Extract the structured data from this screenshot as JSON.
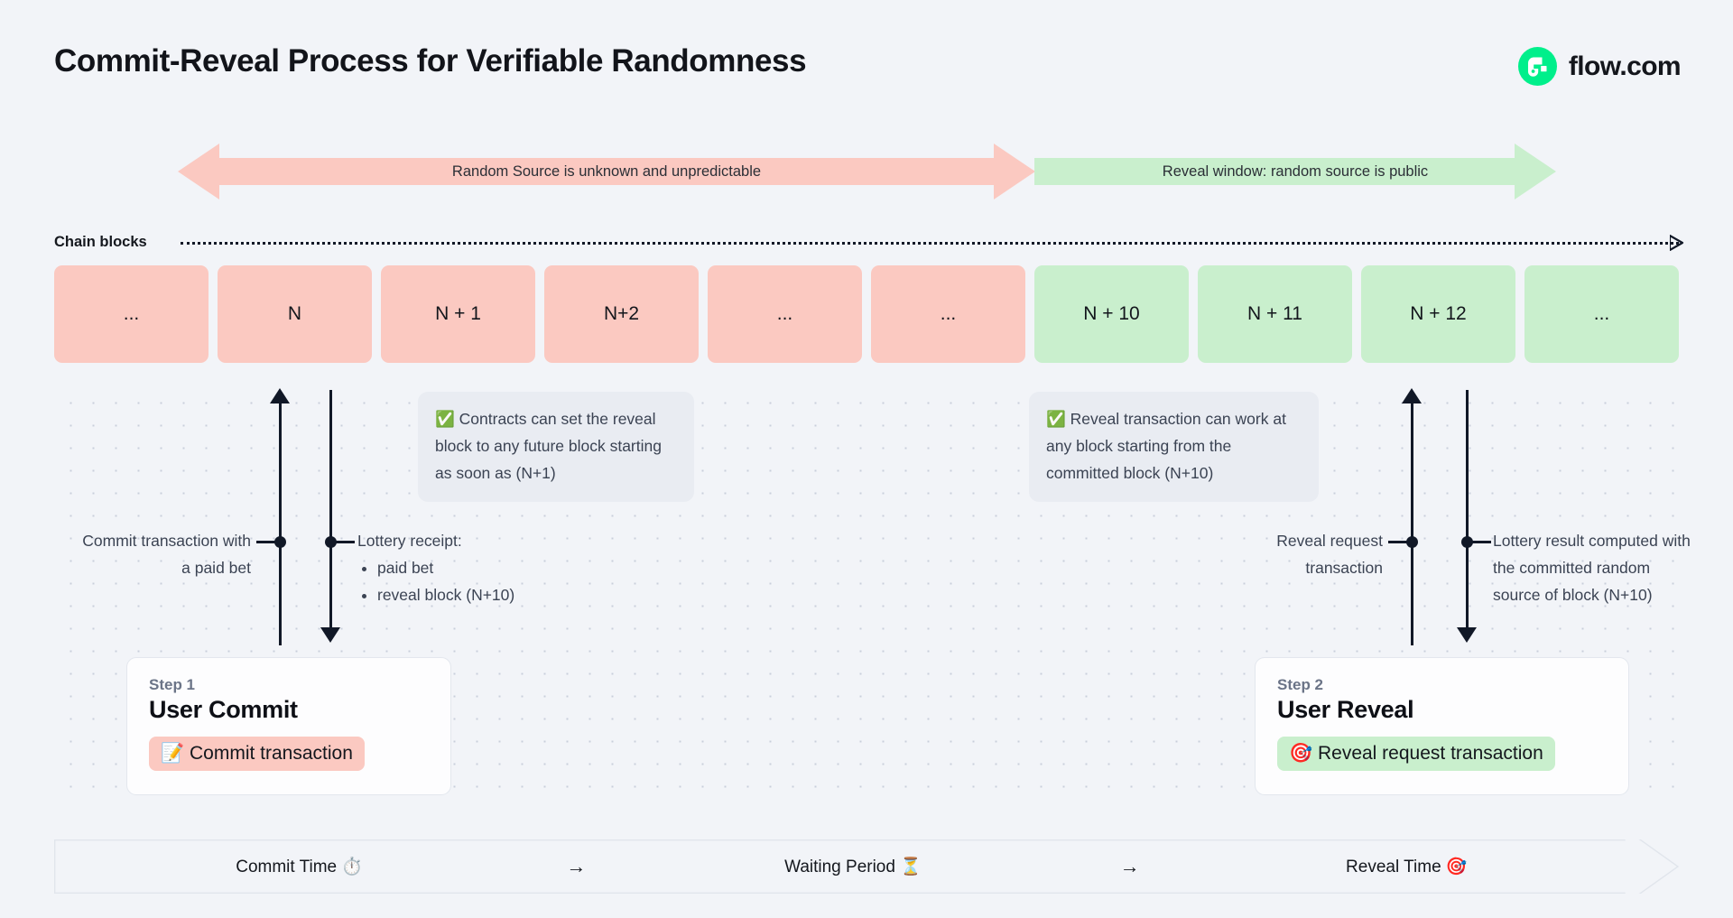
{
  "header": {
    "title": "Commit-Reveal Process for Verifiable Randomness",
    "brand_name": "flow.com",
    "brand_color": "#00ef8b"
  },
  "phases": [
    {
      "id": "unknown",
      "label": "Random Source is unknown and unpredictable",
      "color": "#fbc9c1"
    },
    {
      "id": "reveal",
      "label": "Reveal window: random source is public",
      "color": "#c9efcd"
    }
  ],
  "chain": {
    "label": "Chain blocks",
    "blocks": [
      {
        "label": "...",
        "state": "red"
      },
      {
        "label": "N",
        "state": "red"
      },
      {
        "label": "N + 1",
        "state": "red"
      },
      {
        "label": "N+2",
        "state": "red"
      },
      {
        "label": "...",
        "state": "red"
      },
      {
        "label": "...",
        "state": "red"
      },
      {
        "label": "N + 10",
        "state": "green"
      },
      {
        "label": "N + 11",
        "state": "green"
      },
      {
        "label": "N + 12",
        "state": "green"
      },
      {
        "label": "...",
        "state": "green"
      }
    ]
  },
  "notes": {
    "commit": "✅ Contracts can set the reveal block to any future block starting as soon as (N+1)",
    "reveal": "✅ Reveal transaction can work at any block starting from the committed block (N+10)"
  },
  "connectors": {
    "commit_tx": "Commit transaction with a paid bet",
    "receipt_title": "Lottery receipt:",
    "receipt_items": [
      "paid bet",
      "reveal block (N+10)"
    ],
    "reveal_request": "Reveal request transaction",
    "lottery_result": "Lottery result computed with the committed random source of block (N+10)"
  },
  "steps": [
    {
      "kicker": "Step 1",
      "title": "User Commit",
      "chip": "📝 Commit transaction",
      "chip_state": "red"
    },
    {
      "kicker": "Step 2",
      "title": "User Reveal",
      "chip": "🎯 Reveal request transaction",
      "chip_state": "green"
    }
  ],
  "timeline": {
    "items": [
      "Commit Time ⏱️",
      "Waiting Period ⏳",
      "Reveal Time 🎯"
    ],
    "separator": "→"
  }
}
